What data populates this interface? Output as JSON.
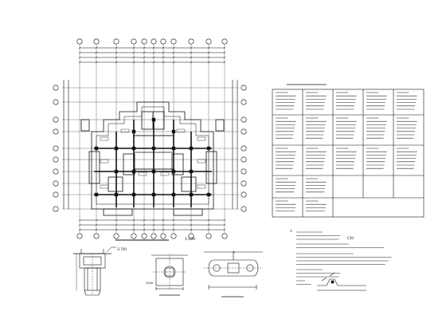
{
  "drawing": {
    "plan_scale": "1:100",
    "section_mark": "A",
    "elevation": "-2.700",
    "detail_size": "1000",
    "notes_first_item": "1.",
    "concrete_grade": "C30"
  },
  "colors": {
    "ink": "#111111",
    "paper": "#ffffff"
  }
}
